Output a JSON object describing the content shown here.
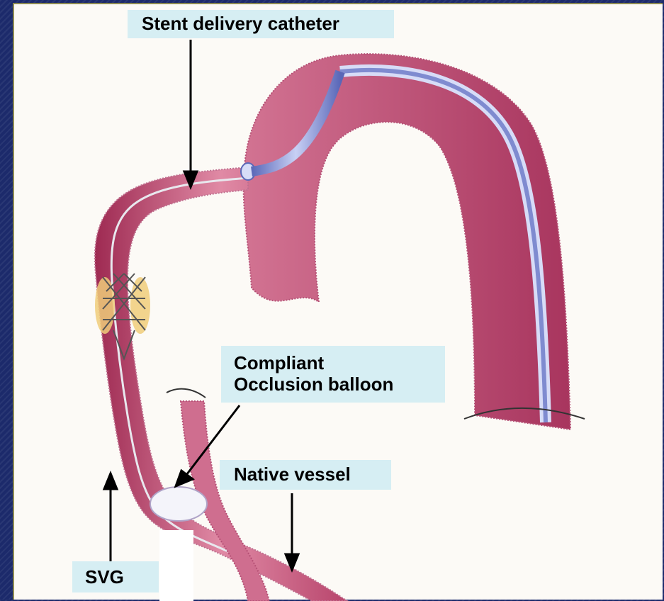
{
  "labels": {
    "stent_delivery_catheter": "Stent delivery catheter",
    "compliant_occlusion_balloon": "Compliant\nOcclusion balloon",
    "native_vessel": "Native vessel",
    "svg": "SVG"
  },
  "colors": {
    "background": "#1c2a6b",
    "panel": "#fcfaf6",
    "label_fill": "#d6eef3",
    "vessel_wall": "#c95a7d",
    "vessel_lumen": "#8f1f45",
    "catheter_blue": "#8f9ad6"
  }
}
